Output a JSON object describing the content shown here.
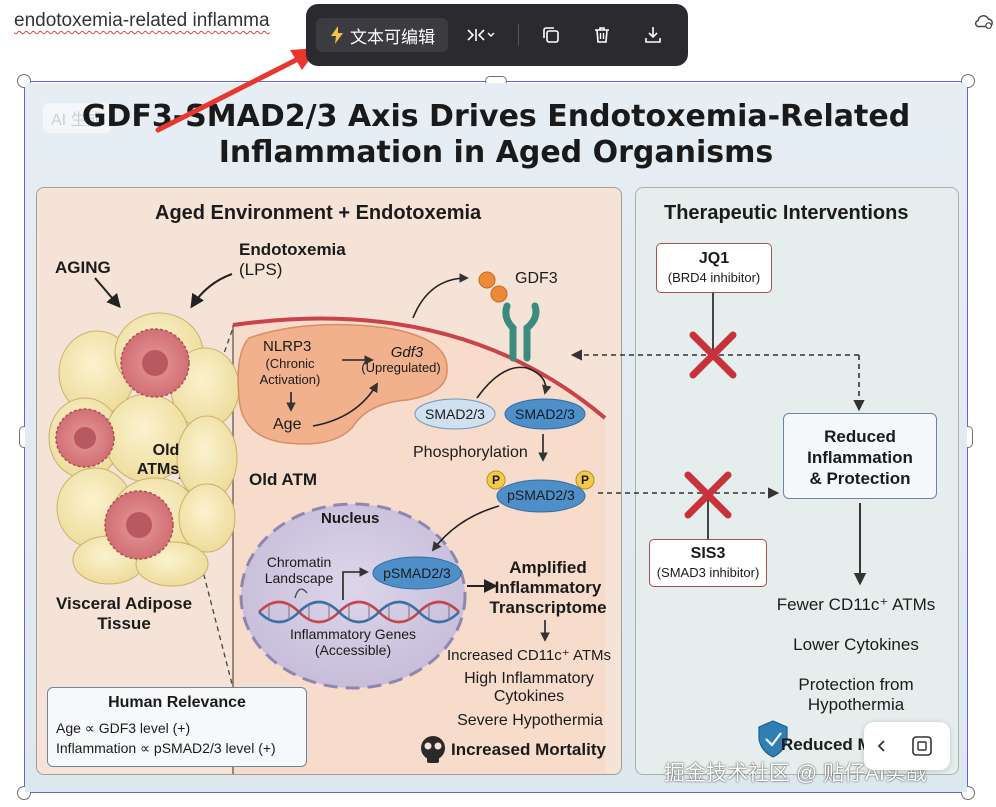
{
  "document": {
    "text_line": "endotoxemia-related inflamma"
  },
  "toolbar": {
    "edit_text_label": "文本可编辑",
    "edit_icon": "lightning-icon",
    "split_icon": "split-icon",
    "copy_icon": "copy-icon",
    "delete_icon": "trash-icon",
    "download_icon": "download-icon"
  },
  "figure": {
    "ai_tag": "AI 生成",
    "title_line1": "GDF3-SMAD2/3 Axis Drives Endotoxemia-Related",
    "title_line2": "Inflammation in Aged Organisms",
    "left_panel": {
      "title": "Aged Environment + Endotoxemia",
      "aging": "AGING",
      "endotoxemia": "Endotoxemia",
      "lps": "(LPS)",
      "old_atms_1": "Old",
      "old_atms_2": "ATMs",
      "visceral_1": "Visceral Adipose",
      "visceral_2": "Tissue",
      "nlrp3": "NLRP3",
      "chronic": "(Chronic",
      "activation": "Activation)",
      "gdf3_gene": "Gdf3",
      "upregulated": "(Upregulated)",
      "age": "Age",
      "gdf3": "GDF3",
      "smad_left": "SMAD2/3",
      "smad_right": "SMAD2/3",
      "phosphorylation": "Phosphorylation",
      "psmad": "pSMAD2/3",
      "p_mark": "P",
      "old_atm": "Old ATM",
      "nucleus": "Nucleus",
      "chromatin_1": "Chromatin",
      "chromatin_2": "Landscape",
      "psmad_nuc": "pSMAD2/3",
      "genes_1": "Inflammatory Genes",
      "genes_2": "(Accessible)",
      "amplified_1": "Amplified",
      "amplified_2": "Inflammatory",
      "amplified_3": "Transcriptome",
      "inc_cd11c": "Increased CD11c⁺ ATMs",
      "high_cyto_1": "High Inflammatory",
      "high_cyto_2": "Cytokines",
      "hypothermia": "Severe Hypothermia",
      "mortality": "Increased Mortality",
      "human_relevance": {
        "title": "Human Relevance",
        "line1": "Age ∝ GDF3 level (+)",
        "line2": "Inflammation ∝ pSMAD2/3 level (+)"
      }
    },
    "right_panel": {
      "title": "Therapeutic Interventions",
      "jq1": "JQ1",
      "jq1_desc": "(BRD4 inhibitor)",
      "sis3": "SIS3",
      "sis3_desc": "(SMAD3 inhibitor)",
      "reduced_1": "Reduced",
      "reduced_2": "Inflammation",
      "reduced_3": "& Protection",
      "fewer_cd11c": "Fewer CD11c⁺ ATMs",
      "lower_cyto": "Lower Cytokines",
      "protection_1": "Protection from",
      "protection_2": "Hypothermia",
      "reduced_mortality": "Reduced M"
    }
  },
  "watermark": "掘金技术社区 @ 贴仔AI实战",
  "float_controls": {
    "prev_icon": "chevron-left-icon",
    "fit_icon": "fit-screen-icon"
  },
  "colors": {
    "accent_frame": "#6b5fe0",
    "inhibit_x": "#c8323a",
    "smad_light": "#cfe0f0",
    "smad_dark": "#4f8fc9",
    "membrane": "#c8434a"
  }
}
